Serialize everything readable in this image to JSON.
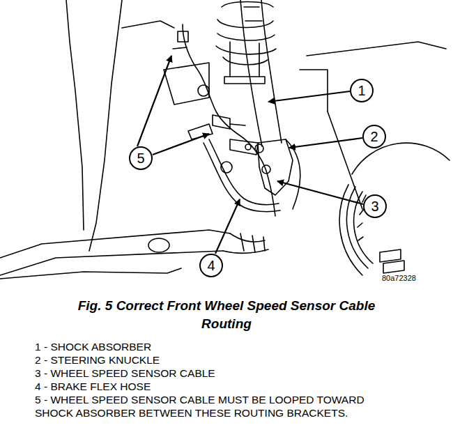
{
  "diagram": {
    "caption": "Fig. 5 Correct Front Wheel Speed Sensor Cable Routing",
    "nodes": [
      {
        "text": [
          "1"
        ]
      },
      {
        "text": [
          "2"
        ]
      },
      {
        "text": [
          "3"
        ]
      },
      {
        "text": [
          "4"
        ]
      },
      {
        "text": [
          "5"
        ]
      }
    ],
    "labels": [
      "80a72328",
      "1 - SHOCK ABSORBER",
      "2 - STEERING KNUCKLE",
      "3 - WHEEL SPEED SENSOR CABLE",
      "4 - BRAKE FLEX HOSE",
      "5 - WHEEL SPEED SENSOR CABLE MUST BE LOOPED TOWARD SHOCK ABSORBER BETWEEN THESE ROUTING BRACKETS."
    ]
  }
}
